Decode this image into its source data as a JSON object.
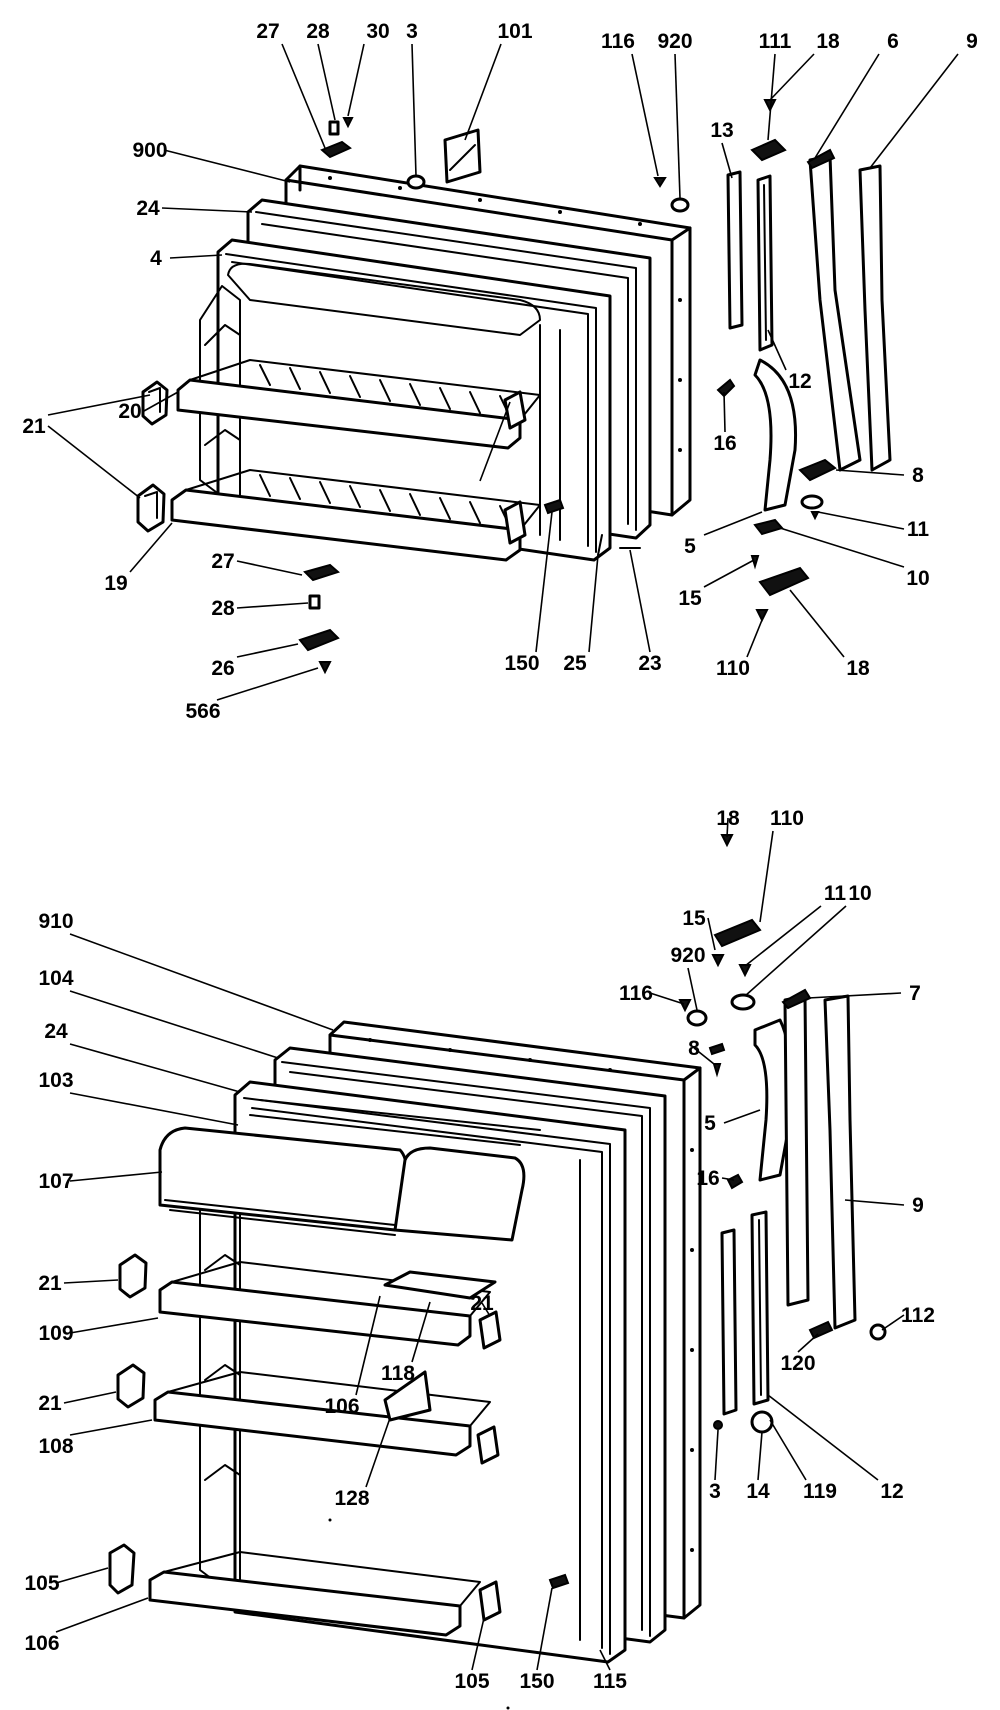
{
  "diagram": {
    "top_assembly": {
      "labels": [
        "27",
        "28",
        "30",
        "3",
        "101",
        "116",
        "920",
        "111",
        "18",
        "6",
        "9",
        "900",
        "24",
        "4",
        "13",
        "12",
        "16",
        "21",
        "20",
        "8",
        "11",
        "5",
        "10",
        "15",
        "18",
        "110",
        "19",
        "27",
        "28",
        "26",
        "566",
        "150",
        "25",
        "23"
      ]
    },
    "bottom_assembly": {
      "labels": [
        "18",
        "110",
        "15",
        "11",
        "10",
        "920",
        "116",
        "7",
        "910",
        "104",
        "24",
        "103",
        "8",
        "5",
        "16",
        "107",
        "9",
        "21",
        "112",
        "109",
        "120",
        "106",
        "118",
        "21",
        "21",
        "108",
        "3",
        "14",
        "119",
        "12",
        "128",
        "105",
        "106",
        "105",
        "150",
        "115"
      ]
    }
  }
}
